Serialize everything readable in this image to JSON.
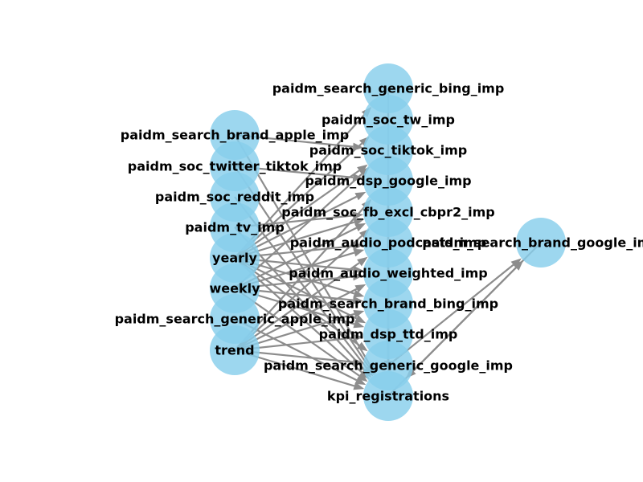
{
  "diagram": {
    "node_color": "#87ceeb",
    "edge_color": "#8c8c8c",
    "nodes": [
      {
        "id": "paidm_search_brand_apple_imp",
        "label": "paidm_search_brand_apple_imp"
      },
      {
        "id": "paidm_soc_twitter_tiktok_imp",
        "label": "paidm_soc_twitter_tiktok_imp"
      },
      {
        "id": "paidm_soc_reddit_imp",
        "label": "paidm_soc_reddit_imp"
      },
      {
        "id": "paidm_tv_imp",
        "label": "paidm_tv_imp"
      },
      {
        "id": "yearly",
        "label": "yearly"
      },
      {
        "id": "weekly",
        "label": "weekly"
      },
      {
        "id": "paidm_search_generic_apple_imp",
        "label": "paidm_search_generic_apple_imp"
      },
      {
        "id": "trend",
        "label": "trend"
      },
      {
        "id": "paidm_search_generic_bing_imp",
        "label": "paidm_search_generic_bing_imp"
      },
      {
        "id": "paidm_soc_tw_imp",
        "label": "paidm_soc_tw_imp"
      },
      {
        "id": "paidm_soc_tiktok_imp",
        "label": "paidm_soc_tiktok_imp"
      },
      {
        "id": "paidm_dsp_google_imp",
        "label": "paidm_dsp_google_imp"
      },
      {
        "id": "paidm_soc_fb_excl_cbpr2_imp",
        "label": "paidm_soc_fb_excl_cbpr2_imp"
      },
      {
        "id": "paidm_audio_podcasts_imp",
        "label": "paidm_audio_podcasts_imp"
      },
      {
        "id": "paidm_audio_weighted_imp",
        "label": "paidm_audio_weighted_imp"
      },
      {
        "id": "paidm_search_brand_bing_imp",
        "label": "paidm_search_brand_bing_imp"
      },
      {
        "id": "paidm_dsp_ttd_imp",
        "label": "paidm_dsp_ttd_imp"
      },
      {
        "id": "paidm_search_generic_google_imp",
        "label": "paidm_search_generic_google_imp"
      },
      {
        "id": "kpi_registrations",
        "label": "kpi_registrations"
      },
      {
        "id": "paidm_search_brand_google_imp",
        "label": "paidm_search_brand_google_imp"
      }
    ],
    "edges": [
      {
        "from": "paidm_search_brand_apple_imp",
        "to": "kpi_registrations"
      },
      {
        "from": "paidm_soc_twitter_tiktok_imp",
        "to": "kpi_registrations"
      },
      {
        "from": "paidm_soc_reddit_imp",
        "to": "kpi_registrations"
      },
      {
        "from": "paidm_tv_imp",
        "to": "kpi_registrations"
      },
      {
        "from": "paidm_search_generic_apple_imp",
        "to": "kpi_registrations"
      },
      {
        "from": "paidm_search_generic_bing_imp",
        "to": "kpi_registrations"
      },
      {
        "from": "paidm_soc_tw_imp",
        "to": "kpi_registrations"
      },
      {
        "from": "paidm_soc_tiktok_imp",
        "to": "kpi_registrations"
      },
      {
        "from": "paidm_dsp_google_imp",
        "to": "kpi_registrations"
      },
      {
        "from": "paidm_soc_fb_excl_cbpr2_imp",
        "to": "kpi_registrations"
      },
      {
        "from": "paidm_audio_podcasts_imp",
        "to": "kpi_registrations"
      },
      {
        "from": "paidm_audio_weighted_imp",
        "to": "kpi_registrations"
      },
      {
        "from": "paidm_search_brand_bing_imp",
        "to": "kpi_registrations"
      },
      {
        "from": "paidm_dsp_ttd_imp",
        "to": "kpi_registrations"
      },
      {
        "from": "paidm_search_generic_google_imp",
        "to": "kpi_registrations"
      },
      {
        "from": "paidm_search_brand_google_imp",
        "to": "kpi_registrations"
      },
      {
        "from": "yearly",
        "to": "paidm_search_generic_bing_imp"
      },
      {
        "from": "yearly",
        "to": "paidm_soc_tw_imp"
      },
      {
        "from": "yearly",
        "to": "paidm_soc_tiktok_imp"
      },
      {
        "from": "yearly",
        "to": "paidm_dsp_google_imp"
      },
      {
        "from": "yearly",
        "to": "paidm_soc_fb_excl_cbpr2_imp"
      },
      {
        "from": "yearly",
        "to": "paidm_audio_podcasts_imp"
      },
      {
        "from": "yearly",
        "to": "paidm_audio_weighted_imp"
      },
      {
        "from": "yearly",
        "to": "paidm_search_brand_bing_imp"
      },
      {
        "from": "yearly",
        "to": "paidm_dsp_ttd_imp"
      },
      {
        "from": "yearly",
        "to": "paidm_search_generic_google_imp"
      },
      {
        "from": "yearly",
        "to": "kpi_registrations"
      },
      {
        "from": "weekly",
        "to": "paidm_soc_tiktok_imp"
      },
      {
        "from": "weekly",
        "to": "paidm_soc_fb_excl_cbpr2_imp"
      },
      {
        "from": "weekly",
        "to": "paidm_audio_podcasts_imp"
      },
      {
        "from": "weekly",
        "to": "paidm_audio_weighted_imp"
      },
      {
        "from": "weekly",
        "to": "paidm_search_brand_bing_imp"
      },
      {
        "from": "weekly",
        "to": "paidm_dsp_ttd_imp"
      },
      {
        "from": "weekly",
        "to": "kpi_registrations"
      },
      {
        "from": "trend",
        "to": "paidm_dsp_google_imp"
      },
      {
        "from": "trend",
        "to": "paidm_soc_fb_excl_cbpr2_imp"
      },
      {
        "from": "trend",
        "to": "paidm_audio_podcasts_imp"
      },
      {
        "from": "trend",
        "to": "paidm_audio_weighted_imp"
      },
      {
        "from": "trend",
        "to": "paidm_search_brand_bing_imp"
      },
      {
        "from": "trend",
        "to": "paidm_dsp_ttd_imp"
      },
      {
        "from": "trend",
        "to": "paidm_search_generic_google_imp"
      },
      {
        "from": "trend",
        "to": "kpi_registrations"
      },
      {
        "from": "paidm_tv_imp",
        "to": "paidm_soc_fb_excl_cbpr2_imp"
      },
      {
        "from": "paidm_search_brand_apple_imp",
        "to": "paidm_soc_tiktok_imp"
      },
      {
        "from": "paidm_soc_twitter_tiktok_imp",
        "to": "paidm_dsp_google_imp"
      },
      {
        "from": "paidm_search_generic_google_imp",
        "to": "paidm_search_brand_google_imp"
      },
      {
        "from": "kpi_registrations",
        "to": "paidm_search_brand_google_imp"
      }
    ]
  }
}
